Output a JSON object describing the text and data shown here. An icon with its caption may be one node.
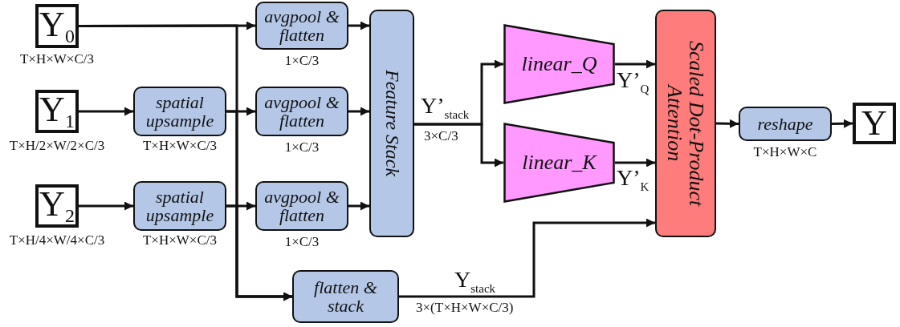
{
  "diagram": {
    "nodes": [
      {
        "text": [
          "Y$_{0}$"
        ],
        "beside": [
          "T×H×W×C/3"
        ]
      },
      {
        "text": [
          "Y$_{1}$"
        ],
        "beside": [
          "T×H/2×W/2×C/3"
        ]
      },
      {
        "text": [
          "Y$_{2}$"
        ],
        "beside": [
          "T×H/4×W/4×C/3"
        ]
      },
      {
        "text": [
          "spatial upsample"
        ],
        "beside": [
          "T×H×W×C/3"
        ]
      },
      {
        "text": [
          "spatial upsample"
        ],
        "beside": [
          "T×H×W×C/3"
        ]
      },
      {
        "text": [
          "avgpool & flatten"
        ],
        "beside": [
          "1×C/3"
        ]
      },
      {
        "text": [
          "avgpool & flatten"
        ],
        "beside": [
          "1×C/3"
        ]
      },
      {
        "text": [
          "avgpool & flatten"
        ],
        "beside": [
          "1×C/3"
        ]
      },
      {
        "text": [
          "flatten & stack"
        ]
      },
      {
        "text": [
          "Feature Stack"
        ]
      },
      {
        "text": [
          "linear_Q"
        ]
      },
      {
        "text": [
          "linear_K"
        ]
      },
      {
        "text": [
          "Scaled Dot-Product Attention"
        ]
      },
      {
        "text": [
          "reshape"
        ],
        "beside": [
          "T×H×W×C"
        ]
      },
      {
        "text": [
          "Y"
        ]
      }
    ],
    "edges": [
      {
        "from": 0,
        "to": 5,
        "arrow": "to"
      },
      {
        "from": 1,
        "to": 3,
        "arrow": "to"
      },
      {
        "from": 2,
        "to": 4,
        "arrow": "to"
      },
      {
        "from": 3,
        "to": 6,
        "arrow": "to"
      },
      {
        "from": 4,
        "to": 7,
        "arrow": "to"
      },
      {
        "from": 0,
        "to": 8,
        "arrow": "to"
      },
      {
        "from": 3,
        "to": 8,
        "arrow": "to"
      },
      {
        "from": 4,
        "to": 8,
        "arrow": "to"
      },
      {
        "from": 5,
        "to": 9,
        "arrow": "to"
      },
      {
        "from": 6,
        "to": 9,
        "arrow": "to"
      },
      {
        "from": 7,
        "to": 9,
        "arrow": "to"
      },
      {
        "from": 9,
        "to": 10,
        "arrow": "to",
        "label": "Y’$_{stack}$"
      },
      {
        "from": 9,
        "to": 11,
        "arrow": "to"
      },
      {
        "from": 10,
        "to": 12,
        "arrow": "to",
        "label": "Y’$_{Q}$"
      },
      {
        "from": 11,
        "to": 12,
        "arrow": "to",
        "label": "Y’$_{K}$"
      },
      {
        "from": 8,
        "to": 12,
        "arrow": "to",
        "label": "Y$_{stack}$"
      },
      {
        "from": 12,
        "to": 13,
        "arrow": "to"
      },
      {
        "from": 13,
        "to": 14,
        "arrow": "to"
      }
    ],
    "labels": [
      "3×C/3",
      "3×(T×H×W×C/3)"
    ]
  }
}
